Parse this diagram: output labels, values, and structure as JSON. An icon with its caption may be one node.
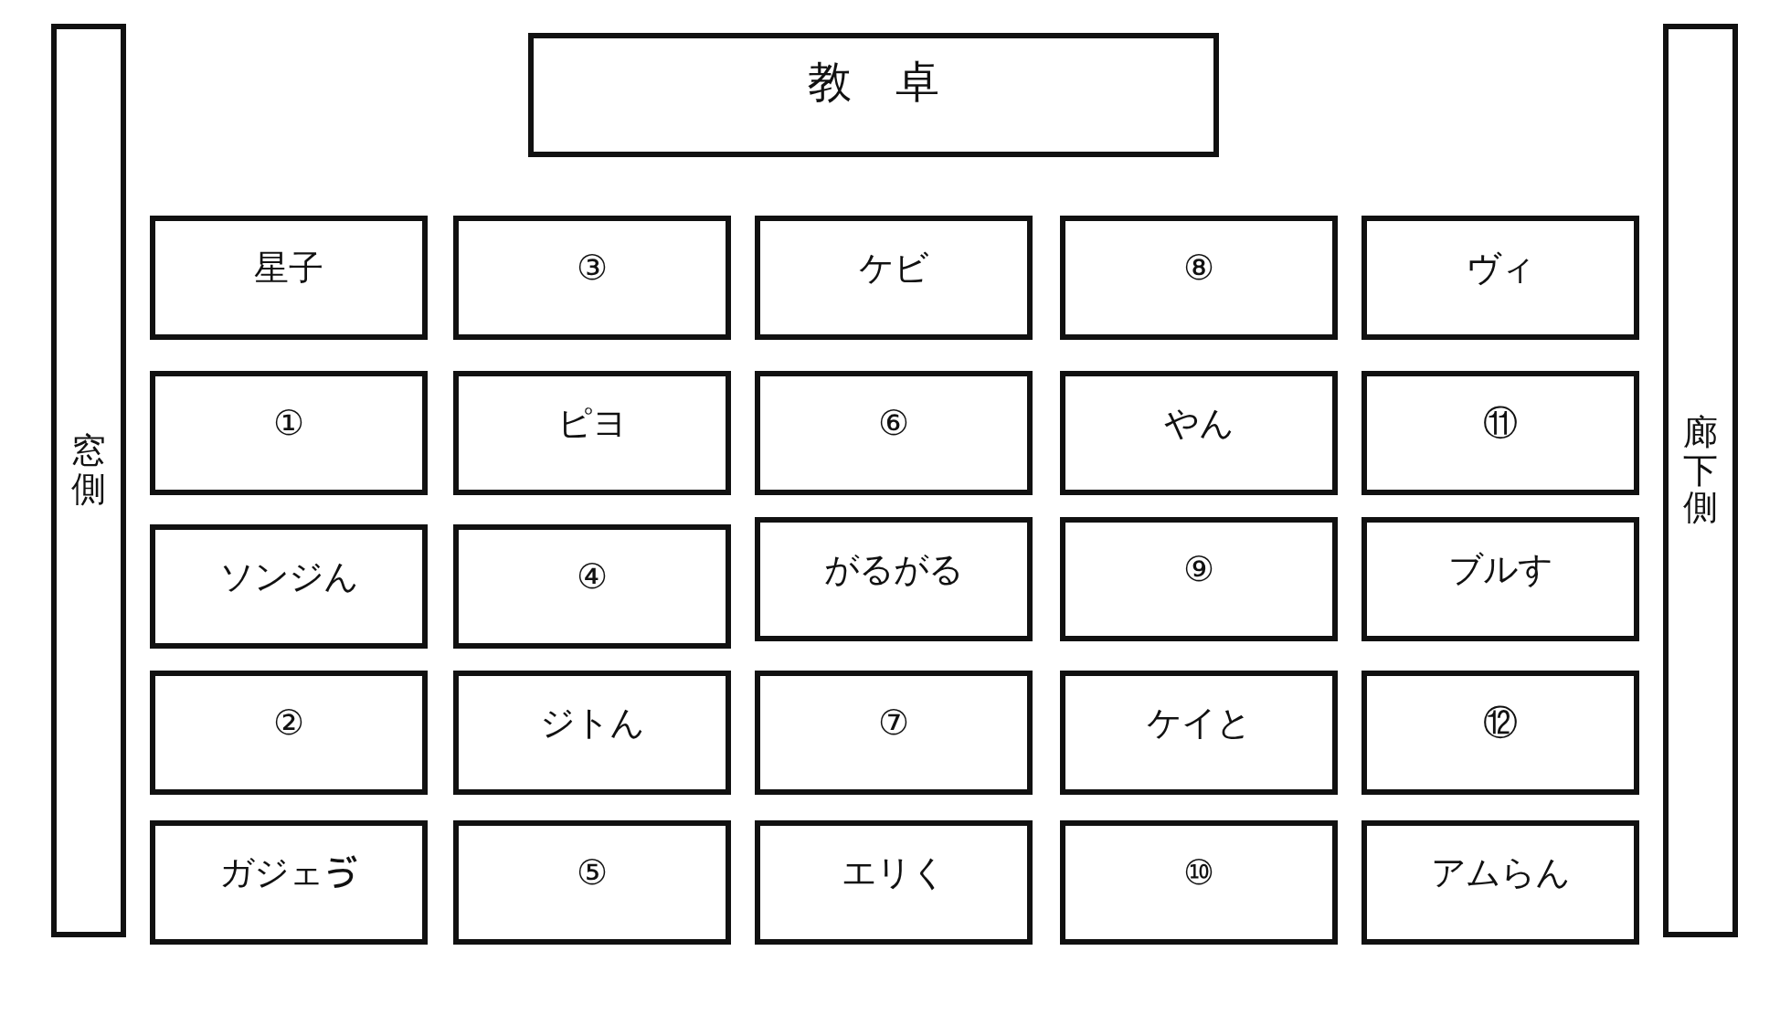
{
  "diagram": {
    "nodes": [
      {
        "text": [
          "教　卓"
        ]
      },
      {
        "text": [
          "窓側"
        ]
      },
      {
        "text": [
          "星子"
        ]
      },
      {
        "text": [
          "③"
        ]
      },
      {
        "text": [
          "ケビ"
        ]
      },
      {
        "text": [
          "⑧"
        ]
      },
      {
        "text": [
          "ヴィ"
        ]
      },
      {
        "text": [
          "①"
        ]
      },
      {
        "text": [
          "ピヨ"
        ]
      },
      {
        "text": [
          "⑥"
        ]
      },
      {
        "text": [
          "やん"
        ]
      },
      {
        "text": [
          "⑪"
        ]
      },
      {
        "text": [
          "ソンジん"
        ]
      },
      {
        "text": [
          "④"
        ]
      },
      {
        "text": [
          "がるがる"
        ]
      },
      {
        "text": [
          "⑨"
        ]
      },
      {
        "text": [
          "ブルす"
        ]
      },
      {
        "text": [
          "②"
        ]
      },
      {
        "text": [
          "ジトん"
        ]
      },
      {
        "text": [
          "⑦"
        ]
      },
      {
        "text": [
          "ケイと"
        ]
      },
      {
        "text": [
          "⑫"
        ]
      },
      {
        "text": [
          "ガジェゔ"
        ]
      },
      {
        "text": [
          "⑤"
        ]
      },
      {
        "text": [
          "エリく"
        ]
      },
      {
        "text": [
          "⑩"
        ]
      },
      {
        "text": [
          "アムらん"
        ]
      },
      {
        "text": [
          "廊下側"
        ]
      }
    ]
  }
}
